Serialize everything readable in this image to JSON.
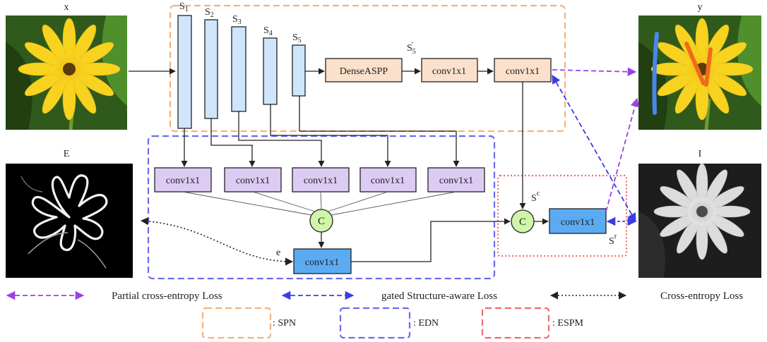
{
  "images": {
    "x": {
      "label": "x",
      "kind": "photo-flower"
    },
    "y": {
      "label": "y",
      "kind": "photo-flower-scribbled"
    },
    "e": {
      "label": "E",
      "kind": "edge-map"
    },
    "i": {
      "label": "I",
      "kind": "grayscale-flower"
    }
  },
  "stages": [
    {
      "label": "S",
      "sub": "1"
    },
    {
      "label": "S",
      "sub": "2"
    },
    {
      "label": "S",
      "sub": "3"
    },
    {
      "label": "S",
      "sub": "4"
    },
    {
      "label": "S",
      "sub": "5"
    }
  ],
  "spn": {
    "dense_aspp": "DenseASPP",
    "s5_prime": {
      "label": "S",
      "sub": "5",
      "mark": "′"
    },
    "conv_a": "conv1x1",
    "conv_b": "conv1x1"
  },
  "edn": {
    "convs": [
      "conv1x1",
      "conv1x1",
      "conv1x1",
      "conv1x1",
      "conv1x1"
    ],
    "concat": "C",
    "conv_out": "conv1x1",
    "e_label": "e"
  },
  "espm": {
    "sc": {
      "label": "S",
      "sup": "c"
    },
    "concat": "C",
    "conv": "conv1x1",
    "sr": {
      "label": "S",
      "sup": "r"
    }
  },
  "legend": {
    "partial": "Partial cross-entropy Loss",
    "gated": "gated Structure-aware Loss",
    "ce": "Cross-entropy Loss",
    "spn": ": SPN",
    "edn": ": EDN",
    "espm": ": ESPM"
  },
  "colors": {
    "spn_border": "#f3b27a",
    "edn_border": "#6b6bf0",
    "espm_border": "#ee6b6b",
    "stage_fill": "#cfe5fb",
    "spn_block_fill": "#fbe0cb",
    "edn_block_fill": "#dccbf3",
    "espm_block_fill": "#5aabf2",
    "concat_fill": "#cff5a8",
    "purple_arrow": "#9a42e8",
    "blue_arrow": "#3c3ce6"
  }
}
